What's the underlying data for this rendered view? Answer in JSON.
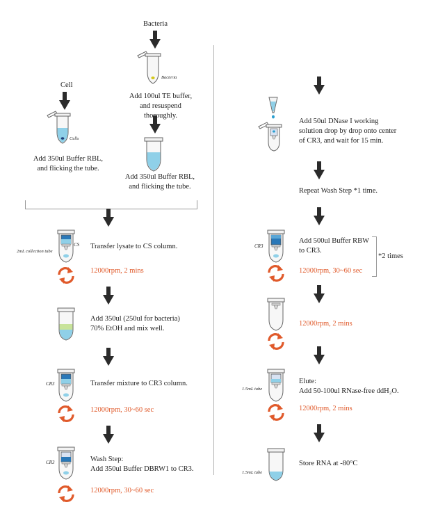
{
  "colors": {
    "orange": "#e05a2b",
    "tube_blue": "#8fd0e8",
    "tube_blue_dark": "#2a78b8",
    "tube_green": "#c8e39a",
    "arrow": "#2b2b2b"
  },
  "left": {
    "bacteria_label": "Bacteria",
    "bacteria_tube_label": "Bacteria",
    "bacteria_step1": [
      "Add 100ul TE buffer,",
      "and resuspend thoroughly."
    ],
    "bacteria_step2": [
      "Add 350ul Buffer RBL,",
      "and flicking the tube."
    ],
    "cell_label": "Cell",
    "cell_tube_label": "Cells",
    "cell_step1": [
      "Add 350ul Buffer RBL,",
      "and flicking the tube."
    ],
    "cs_label": "CS",
    "collection_tube_label": "2mL collection tube",
    "transfer_cs": "Transfer lysate to CS column.",
    "spin1": "12000rpm, 2 mins",
    "etoh_step": [
      "Add 350ul (250ul for bacteria)",
      "70% EtOH and mix well."
    ],
    "cr3_label_a": "CR3",
    "transfer_cr3": "Transfer mixture to CR3 column.",
    "spin2": "12000rpm, 30~60 sec",
    "cr3_label_b": "CR3",
    "wash_step": [
      "Wash Step:",
      "Add 350ul Buffer DBRW1 to CR3."
    ],
    "spin3": "12000rpm, 30~60 sec"
  },
  "right": {
    "dnase_step": [
      "Add 50ul DNase I working",
      "solution drop by drop onto center",
      "of CR3, and wait for 15 min."
    ],
    "repeat_wash": "Repeat Wash Step *1 time.",
    "cr3_label": "CR3",
    "rbw_step": [
      "Add 500ul Buffer RBW",
      "to CR3."
    ],
    "times_label": "*2 times",
    "spin4": "12000rpm, 30~60 sec",
    "spin5": "12000rpm, 2 mins",
    "elute_step": [
      "Elute:",
      "Add 50-100ul RNase-free ddH₂O."
    ],
    "tube_label_a": "1.5mL tube",
    "spin6": "12000rpm, 2 mins",
    "tube_label_b": "1.5mL tube",
    "store": "Store RNA at -80°C"
  }
}
